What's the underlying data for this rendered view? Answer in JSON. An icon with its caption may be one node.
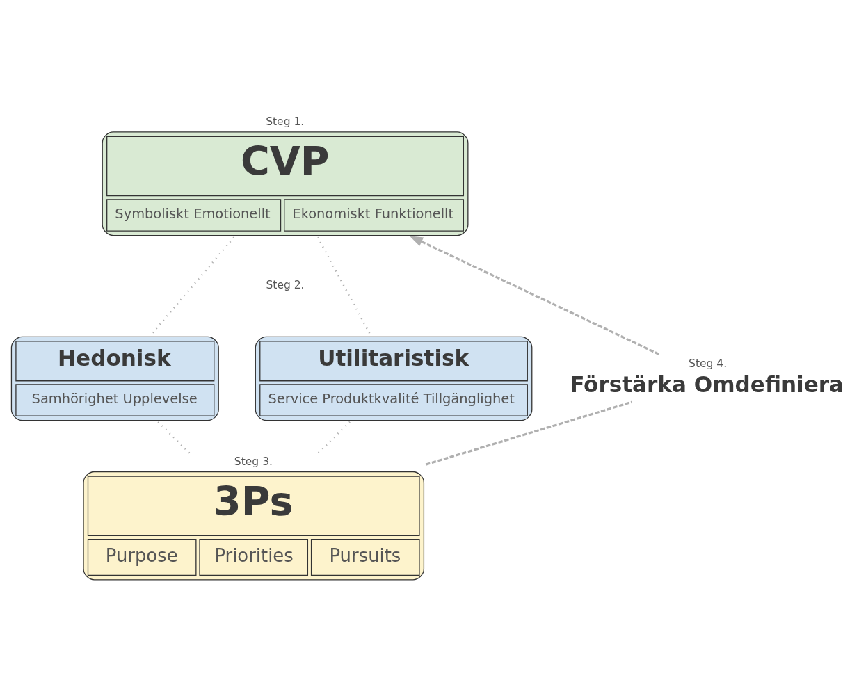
{
  "diagram": {
    "nodes": [
      {
        "text": [
          "CVP",
          "Symboliskt Emotionellt",
          "Ekonomiskt Funktionellt"
        ],
        "beside": [
          "Steg 1."
        ]
      },
      {
        "text": [
          "Hedonisk",
          "Samhörighet Upplevelse"
        ]
      },
      {
        "text": [
          "Utilitaristisk",
          "Service Produktkvalité Tillgänglighet"
        ]
      },
      {
        "text": [
          "3Ps",
          "Purpose",
          "Priorities",
          "Pursuits"
        ],
        "beside": [
          "Steg 3."
        ]
      },
      {
        "text": [
          "Steg 4.",
          "Förstärka Omdefiniera"
        ]
      }
    ],
    "edges": [
      {
        "from": 0,
        "to": 1,
        "arrow": "none"
      },
      {
        "from": 0,
        "to": 2,
        "arrow": "none"
      },
      {
        "from": 1,
        "to": 3,
        "arrow": "none"
      },
      {
        "from": 2,
        "to": 3,
        "arrow": "none"
      },
      {
        "from": 3,
        "to": 4,
        "arrow": "none",
        "style": "dashed"
      },
      {
        "from": 4,
        "to": 0,
        "arrow": "to",
        "style": "dashed"
      }
    ],
    "labels": [
      "Steg 2."
    ]
  }
}
